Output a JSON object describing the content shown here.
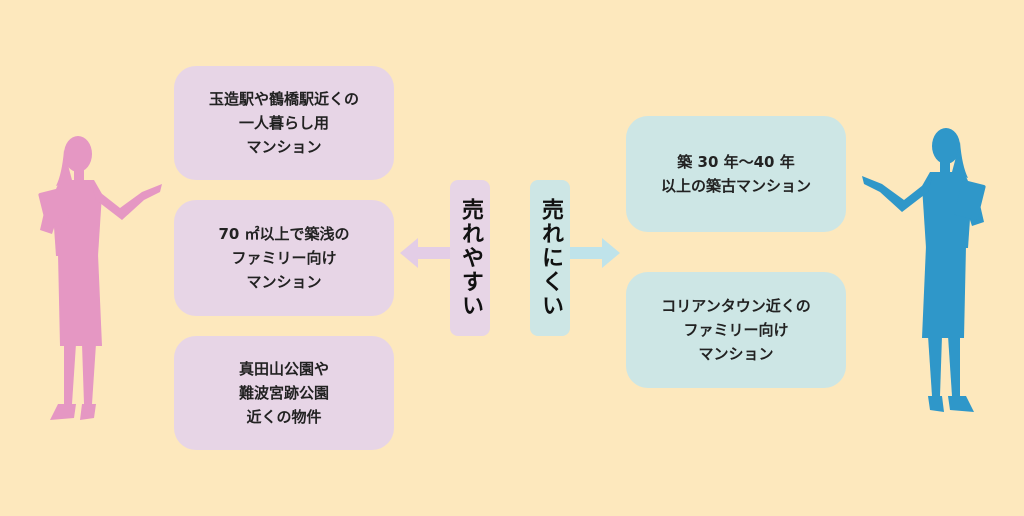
{
  "colors": {
    "background": "#fde8bd",
    "left_box": "#e7d5e6",
    "right_box": "#cde6e5",
    "left_figure": "#e597c3",
    "right_figure": "#2f97c9",
    "left_arrow": "#e3cde6",
    "right_arrow": "#bfe3ea"
  },
  "left": {
    "label_lines": [
      "売れやすい"
    ],
    "boxes": [
      {
        "lines": [
          "玉造駅や鶴橋駅近くの",
          "一人暮らし用",
          "マンション"
        ]
      },
      {
        "lines": [
          "70 ㎡以上で築浅の",
          "ファミリー向け",
          "マンション"
        ]
      },
      {
        "lines": [
          "真田山公園や",
          "難波宮跡公園",
          "近くの物件"
        ]
      }
    ]
  },
  "right": {
    "label_lines": [
      "売れにくい"
    ],
    "boxes": [
      {
        "lines": [
          "築 30 年〜40 年",
          "以上の築古マンション"
        ]
      },
      {
        "lines": [
          "コリアンタウン近くの",
          "ファミリー向け",
          "マンション"
        ]
      }
    ]
  },
  "icons": {
    "left_figure": "businesswoman-silhouette-icon",
    "right_figure": "businesswoman-silhouette-icon",
    "left_arrow": "arrow-left-icon",
    "right_arrow": "arrow-right-icon"
  }
}
